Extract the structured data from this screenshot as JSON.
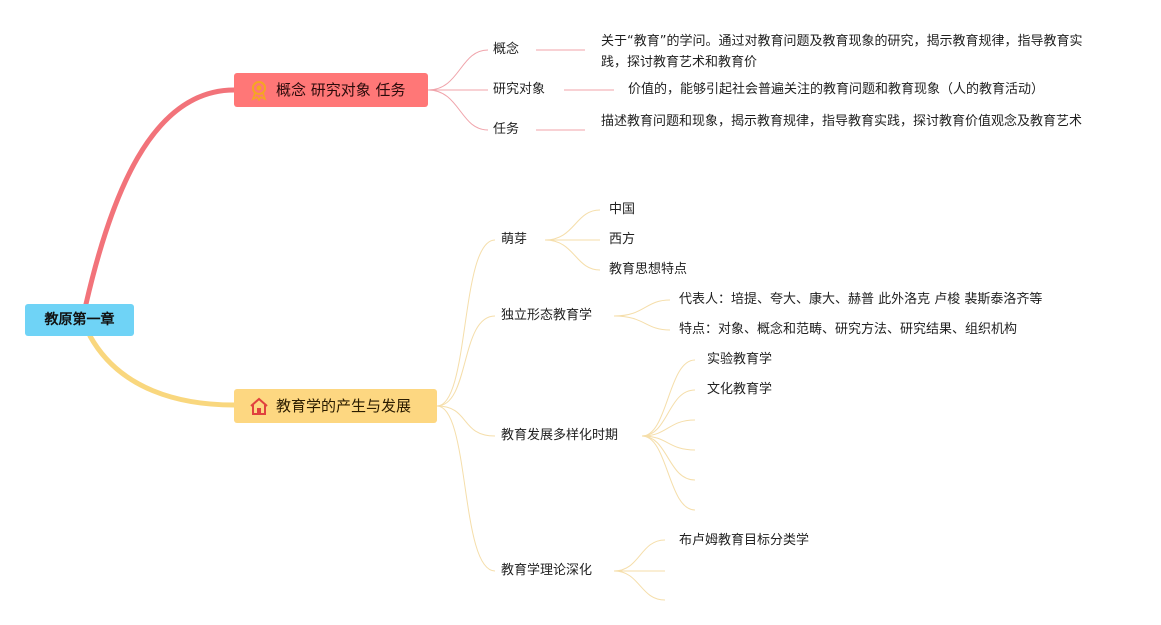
{
  "root": {
    "label": "教原第一章"
  },
  "branch1": {
    "label": "概念 研究对象 任务",
    "icon": "award-medal-icon",
    "color": "#ff7777",
    "children": [
      {
        "label": "概念",
        "detail": "关于“教育”的学问。通过对教育问题及教育现象的研究，揭示教育规律，指导教育实践，探讨教育艺术和教育价"
      },
      {
        "label": "研究对象",
        "detail": "价值的，能够引起社会普遍关注的教育问题和教育现象（人的教育活动）"
      },
      {
        "label": "任务",
        "detail": "描述教育问题和现象，揭示教育规律，指导教育实践，探讨教育价值观念及教育艺术"
      }
    ]
  },
  "branch2": {
    "label": "教育学的产生与发展",
    "icon": "house-icon",
    "color": "#fdd781",
    "children": [
      {
        "label": "萌芽",
        "children": [
          "中国",
          "西方",
          "教育思想特点"
        ]
      },
      {
        "label": "独立形态教育学",
        "children": [
          "代表人：培提、夸大、康大、赫普 此外洛克 卢梭 裴斯泰洛齐等",
          "特点：对象、概念和范畴、研究方法、研究结果、组织机构"
        ]
      },
      {
        "label": "教育发展多样化时期",
        "children": [
          "实验教育学",
          "文化教育学",
          "",
          "",
          "",
          ""
        ]
      },
      {
        "label": "教育学理论深化",
        "children": [
          "布卢姆教育目标分类学",
          "",
          ""
        ]
      }
    ]
  }
}
